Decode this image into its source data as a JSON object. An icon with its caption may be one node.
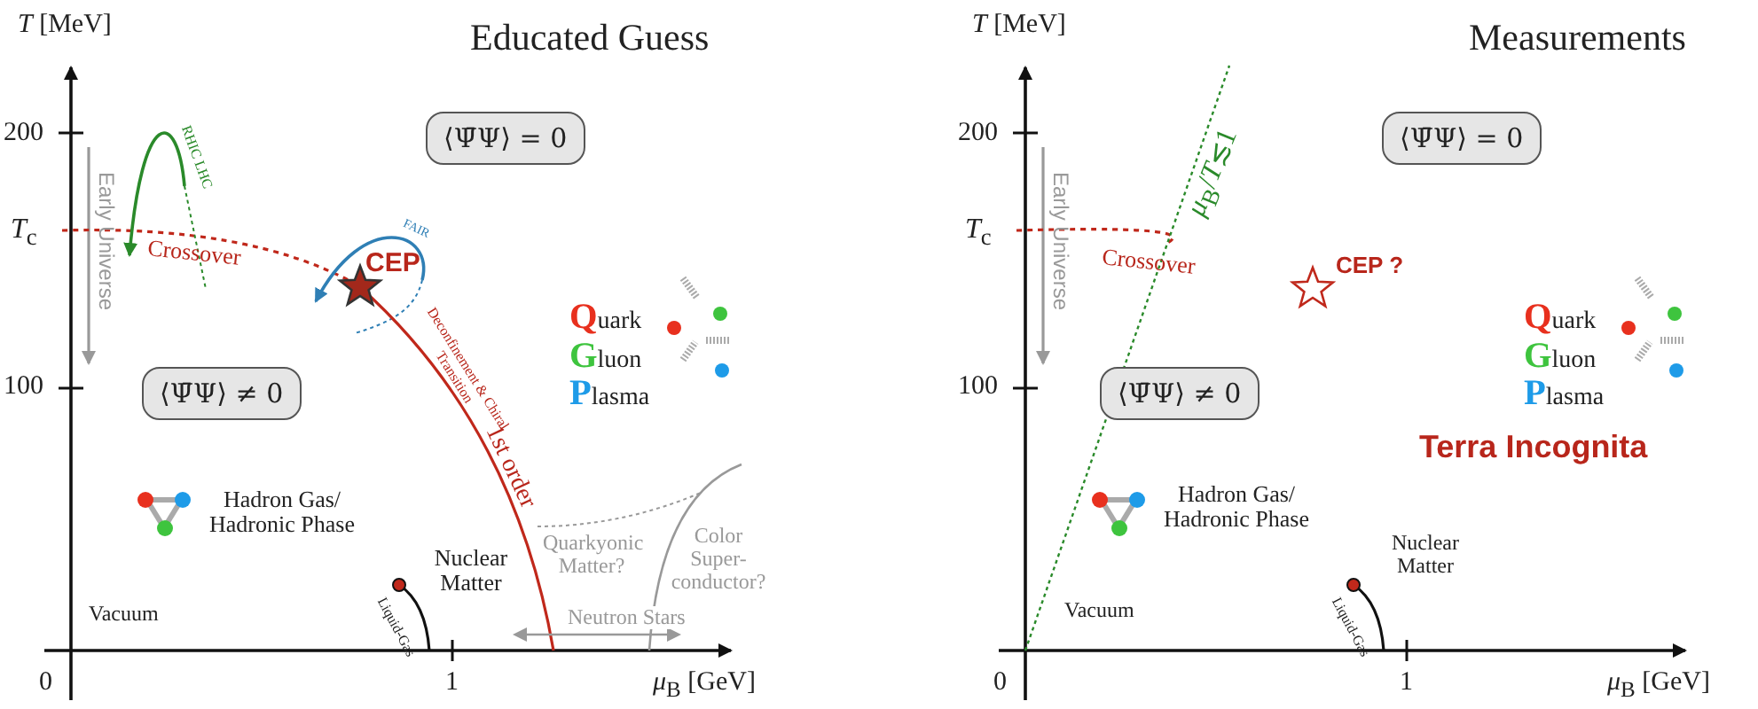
{
  "diagram": {
    "nodes": [
      {
        "text": [
          "⟨Ψ̄Ψ⟩ = 0"
        ]
      },
      {
        "text": [
          "⟨Ψ̄Ψ⟩ ≠ 0"
        ]
      },
      {
        "text": [
          "⟨Ψ̄Ψ⟩ = 0"
        ]
      },
      {
        "text": [
          "⟨Ψ̄Ψ⟩ ≠ 0"
        ]
      }
    ],
    "labels": [
      "Educated Guess",
      "*T* [MeV]",
      "200",
      "*T*$_{c}$",
      "100",
      "0",
      "1",
      "*μ*$_{B}$ [GeV]",
      "RHIC LHC",
      "Early Universe",
      "Crossover",
      "FAIR",
      "CEP",
      "Deconfinement & Chiral Transition",
      "1st order",
      "Quark",
      "Gluon",
      "Plasma",
      "Hadron Gas/ Hadronic Phase",
      "Nuclear Matter",
      "Quarkyonic Matter?",
      "Color Super- conductor?",
      "Liquid-Gas",
      "Vacuum",
      "Neutron Stars",
      "Measurements",
      "*T* [MeV]",
      "200",
      "*T*$_{c}$",
      "100",
      "0",
      "1",
      "*μ*$_{B}$ [GeV]",
      "*μ*$_{B}$/*T*≲1",
      "Early Universe",
      "Crossover",
      "CEP ?",
      "Quark",
      "Gluon",
      "Plasma",
      "Terra Incognita",
      "Hadron Gas/ Hadronic Phase",
      "Nuclear Matter",
      "Liquid-Gas",
      "Vacuum"
    ]
  }
}
